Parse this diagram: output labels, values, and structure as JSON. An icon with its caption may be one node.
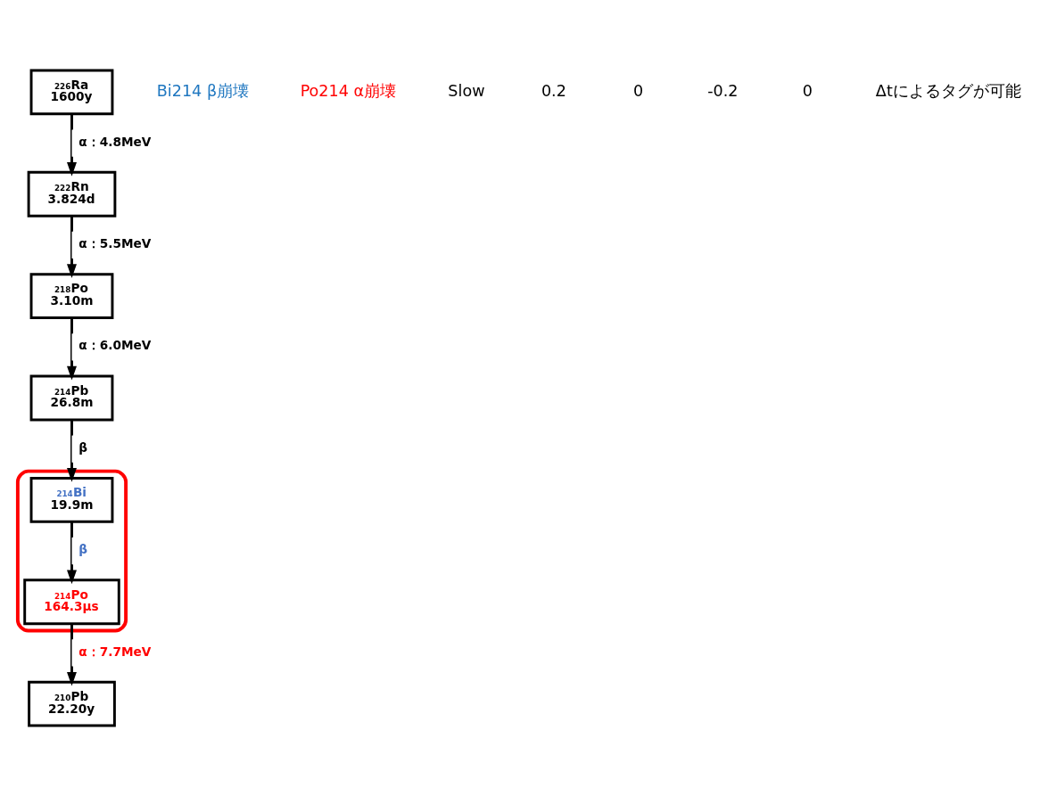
{
  "diagram": {
    "nodes": [
      {
        "text": [
          "$^{226}$Ra",
          "1600y"
        ]
      },
      {
        "text": [
          "$^{222}$Rn",
          "3.824d"
        ]
      },
      {
        "text": [
          "$^{218}$Po",
          "3.10m"
        ]
      },
      {
        "text": [
          "$^{214}$Pb",
          "26.8m"
        ]
      },
      {
        "text": [],
        "shape": "box"
      },
      {
        "text": [
          "$^{214}$Bi",
          "19.9m"
        ],
        "in": 4
      },
      {
        "text": [
          "$^{214}$Po",
          "164.3μs"
        ],
        "in": 4
      },
      {
        "text": [
          "$^{210}$Pb",
          "22.20y"
        ]
      }
    ],
    "edges": [
      {
        "from": 0,
        "to": 1,
        "arrow": "to",
        "label": "α：4.8MeV"
      },
      {
        "from": 1,
        "to": 2,
        "arrow": "to",
        "label": "α：5.5MeV"
      },
      {
        "from": 2,
        "to": 3,
        "arrow": "to",
        "label": "α：6.0MeV"
      },
      {
        "from": 3,
        "to": 5,
        "arrow": "to",
        "label": "β"
      },
      {
        "from": 5,
        "to": 6,
        "arrow": "to",
        "label": "β"
      },
      {
        "from": 6,
        "to": 7,
        "arrow": "to",
        "label": "α：7.7MeV"
      }
    ],
    "labels": [
      "Bi214 β崩壊",
      "Po214 α崩壊",
      "Slow",
      "0.2",
      "0",
      "-0.2",
      "0",
      "Δtによるタグが可能"
    ]
  }
}
